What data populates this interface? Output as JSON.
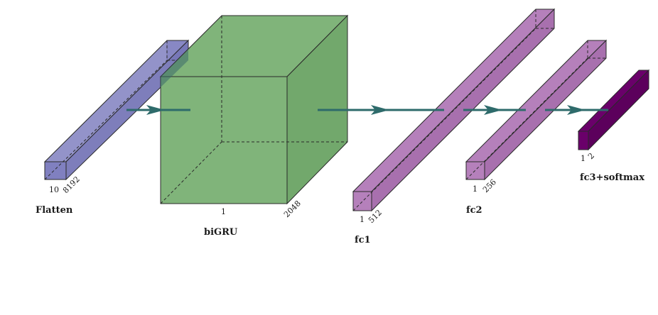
{
  "layers": [
    {
      "id": "flatten",
      "label": "Flatten",
      "dims": [
        "10",
        "8192"
      ],
      "color": "#8080c0"
    },
    {
      "id": "bigru",
      "label": "biGRU",
      "dims": [
        "1",
        "2048"
      ],
      "color": "#80b47a"
    },
    {
      "id": "fc1",
      "label": "fc1",
      "dims": [
        "1",
        "512"
      ],
      "color": "#b580bb"
    },
    {
      "id": "fc2",
      "label": "fc2",
      "dims": [
        "1",
        "256"
      ],
      "color": "#b580bb"
    },
    {
      "id": "fc3",
      "label": "fc3+softmax",
      "dims": [
        "1",
        "2"
      ],
      "color": "#6a006a"
    }
  ],
  "arrow_color": "#2e6b6b"
}
